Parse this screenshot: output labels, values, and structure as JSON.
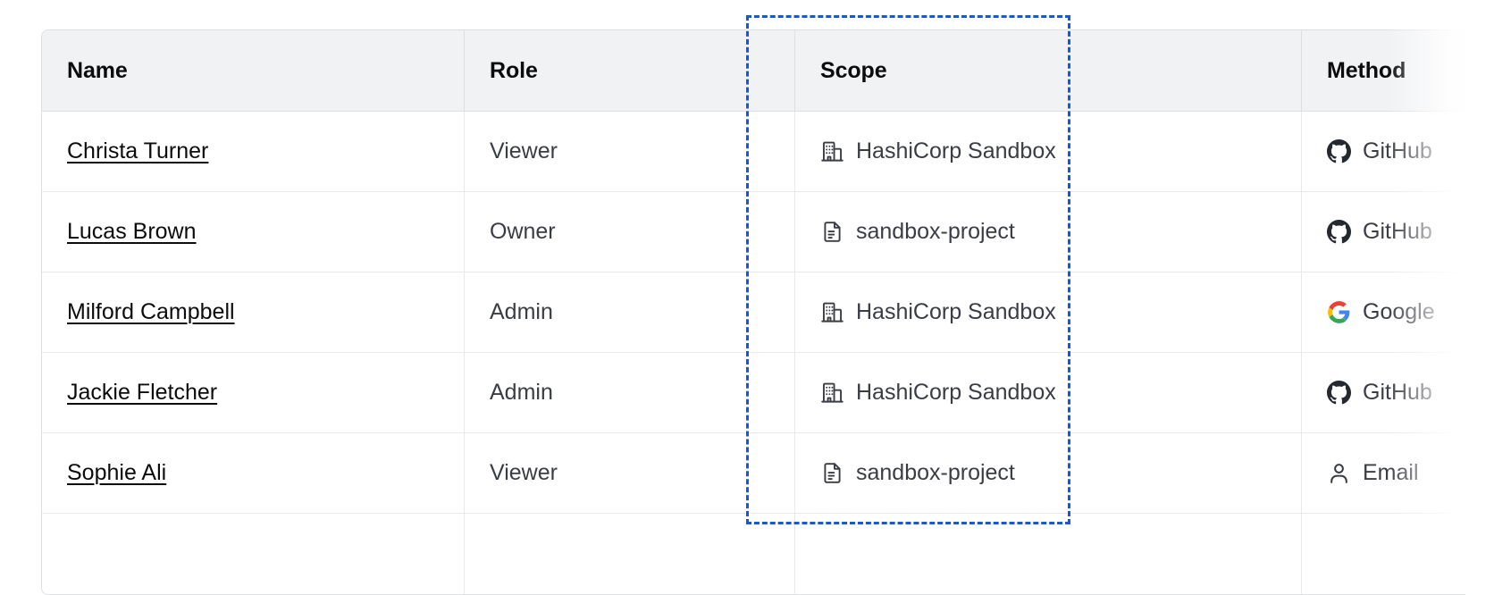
{
  "table": {
    "columns": [
      {
        "key": "name",
        "label": "Name"
      },
      {
        "key": "role",
        "label": "Role"
      },
      {
        "key": "scope",
        "label": "Scope"
      },
      {
        "key": "method",
        "label": "Method"
      }
    ],
    "rows": [
      {
        "name": "Christa Turner",
        "role": "Viewer",
        "scope": "HashiCorp Sandbox",
        "scope_icon": "organization-icon",
        "method": "GitHub",
        "method_icon": "github-icon"
      },
      {
        "name": "Lucas Brown",
        "role": "Owner",
        "scope": "sandbox-project",
        "scope_icon": "project-document-icon",
        "method": "GitHub",
        "method_icon": "github-icon"
      },
      {
        "name": "Milford Campbell",
        "role": "Admin",
        "scope": "HashiCorp Sandbox",
        "scope_icon": "organization-icon",
        "method": "Google",
        "method_icon": "google-icon"
      },
      {
        "name": "Jackie Fletcher",
        "role": "Admin",
        "scope": "HashiCorp Sandbox",
        "scope_icon": "organization-icon",
        "method": "GitHub",
        "method_icon": "github-icon"
      },
      {
        "name": "Sophie Ali",
        "role": "Viewer",
        "scope": "sandbox-project",
        "scope_icon": "project-document-icon",
        "method": "Email",
        "method_icon": "user-icon"
      },
      {
        "name": "",
        "role": "",
        "scope": "",
        "scope_icon": "project-document-icon",
        "method": "",
        "method_icon": ""
      }
    ]
  },
  "selection": {
    "target_column": "Scope",
    "style": "dashed",
    "color": "#1258e3"
  },
  "colors": {
    "header_background": "#f1f2f4",
    "border": "#dedfe3",
    "row_border": "#e8e9eb",
    "text_primary": "#0c0c0e",
    "text_secondary": "#3b3d45",
    "link": "#0c0c0e",
    "accent": "#1258e3",
    "github": "#24292f",
    "google_blue": "#4285f4",
    "google_red": "#ea4335",
    "google_yellow": "#fbbc05",
    "google_green": "#34a853"
  }
}
